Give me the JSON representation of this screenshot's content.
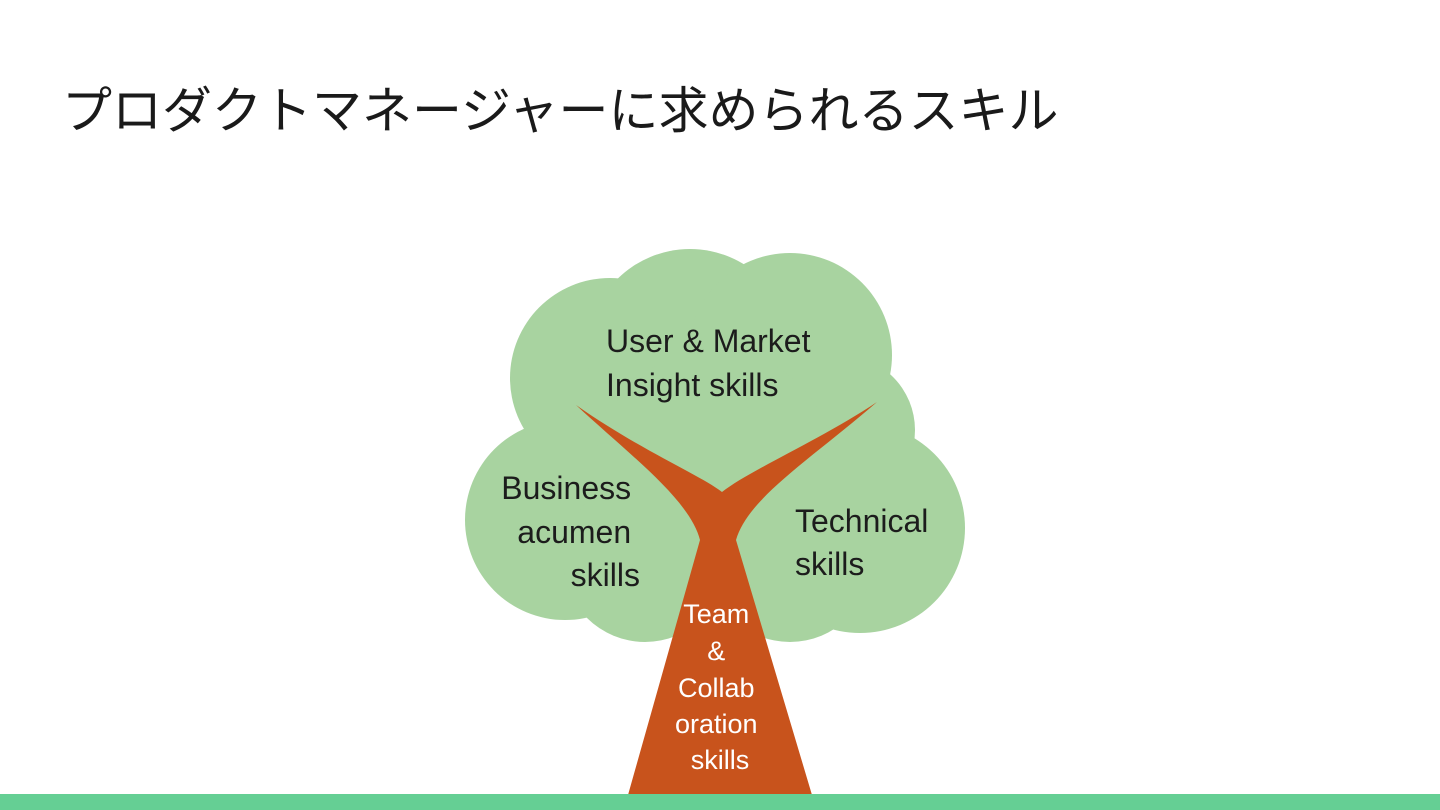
{
  "title": "プロダクトマネージャーに求められるスキル",
  "colors": {
    "foliage": "#a8d3a0",
    "trunk": "#c8531c",
    "bottom_bar": "#65cf94",
    "dark_text": "#1c1c1c",
    "light_text": "#ffffff"
  },
  "tree": {
    "top_label": [
      "User & Market",
      "Insight skills"
    ],
    "left_label": [
      "Business",
      "acumen",
      "skills"
    ],
    "right_label": [
      "Technical",
      "skills"
    ],
    "trunk_label": [
      "Team",
      "&",
      "Collab",
      "oration",
      "skills"
    ]
  }
}
